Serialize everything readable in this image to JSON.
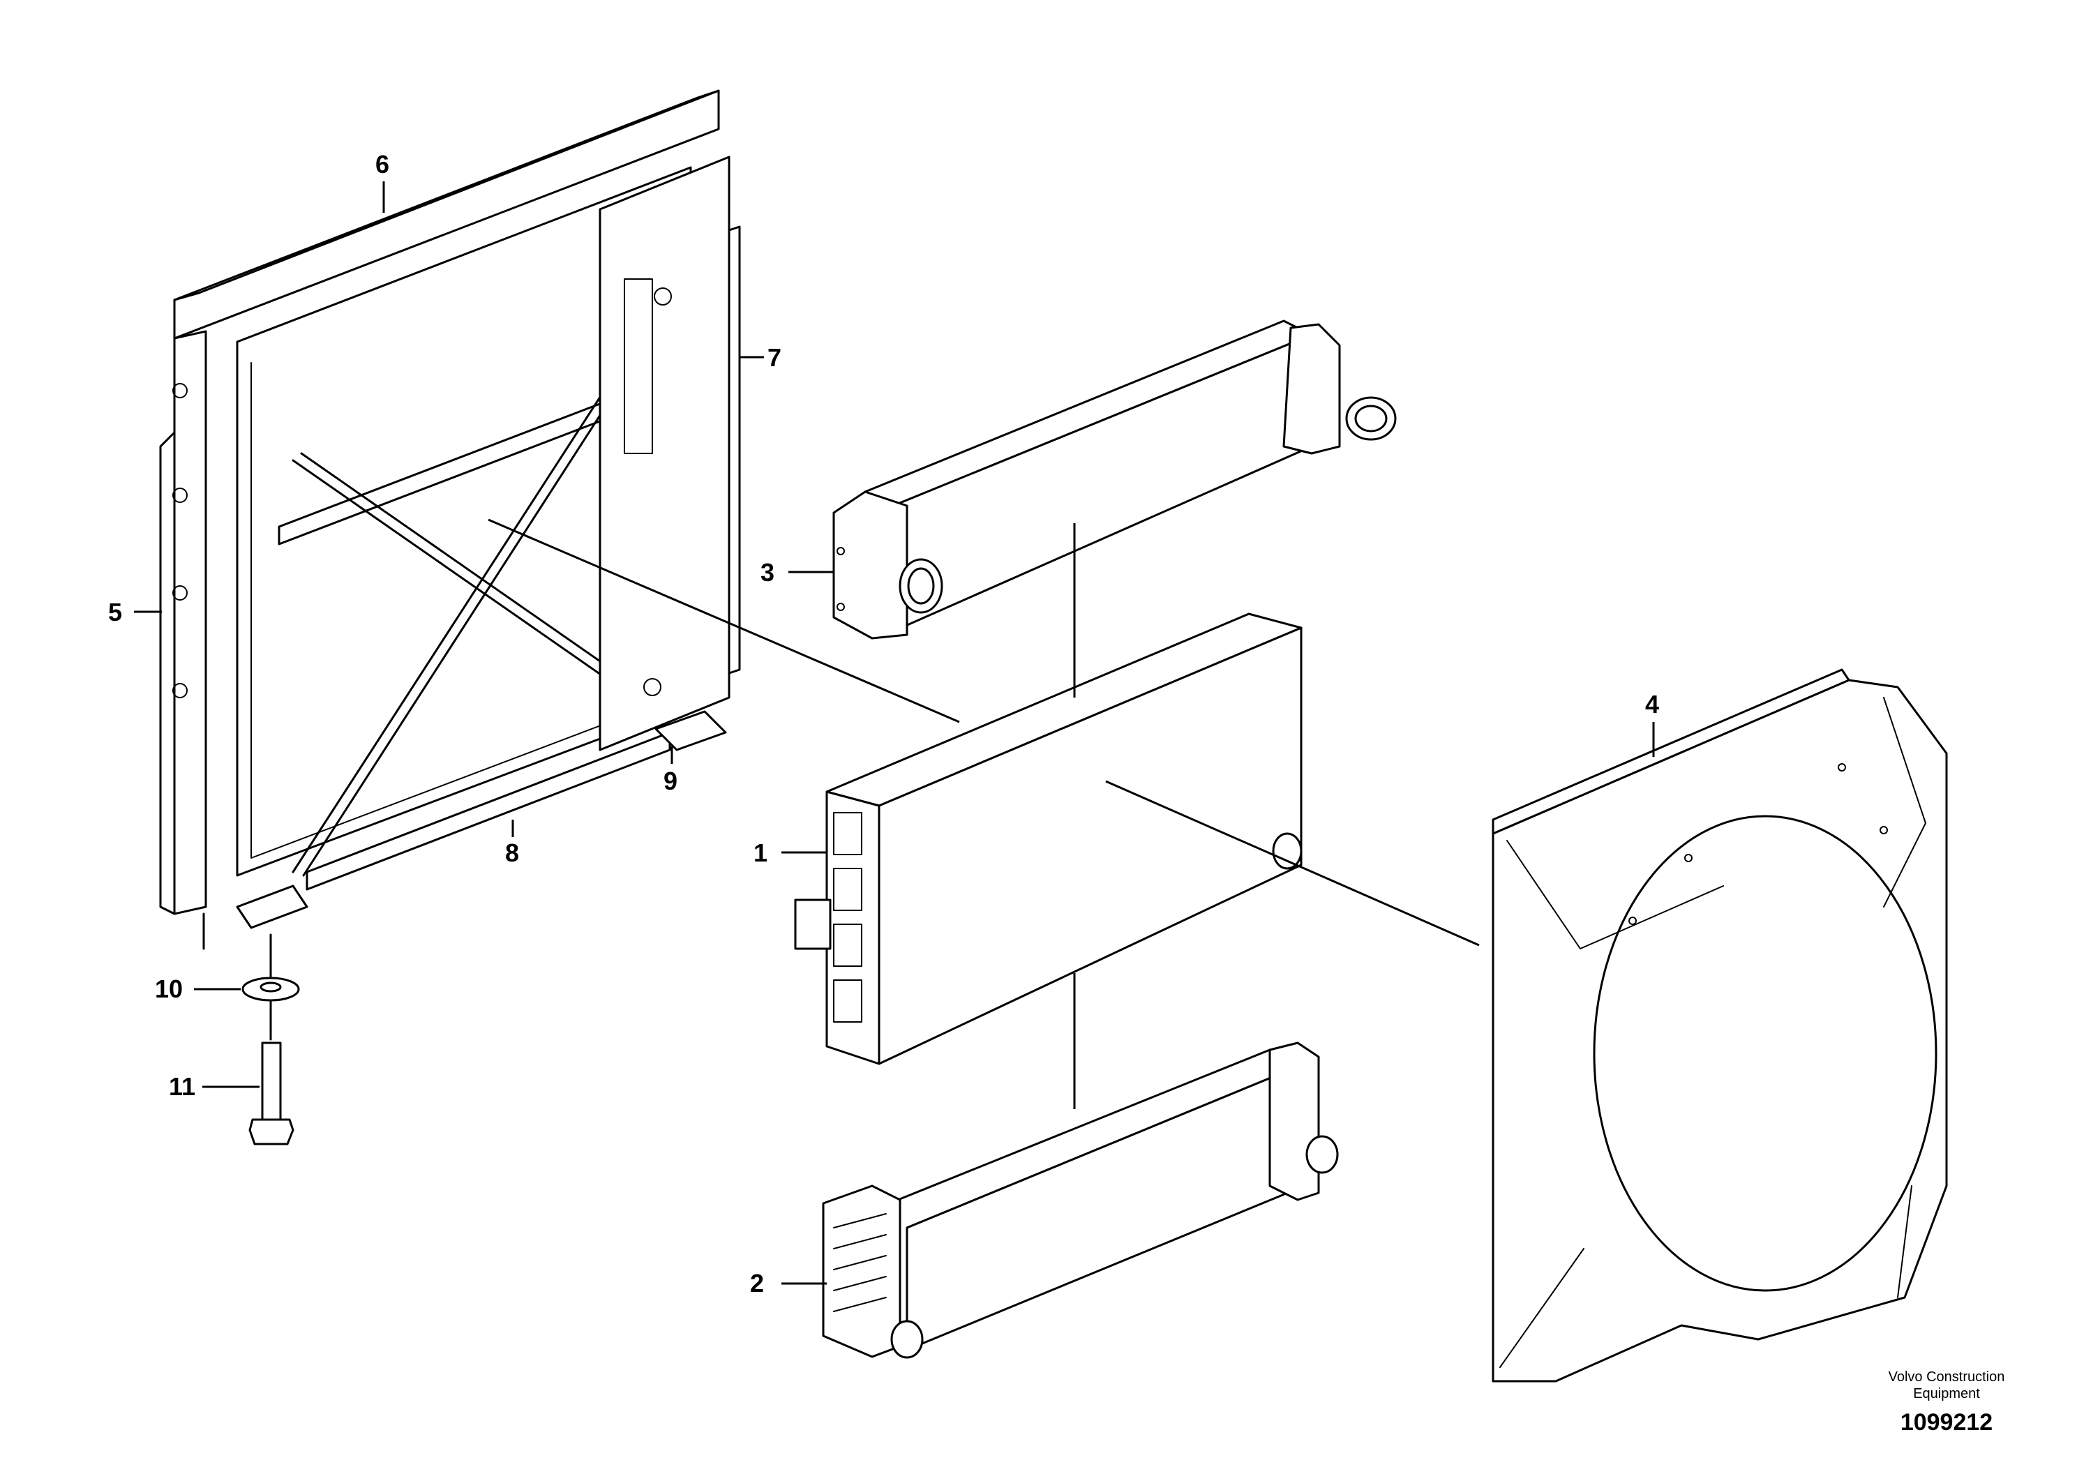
{
  "callouts": [
    "1",
    "2",
    "3",
    "4",
    "5",
    "6",
    "7",
    "8",
    "9",
    "10",
    "11"
  ],
  "credit": {
    "company_line1": "Volvo Construction",
    "company_line2": "Equipment",
    "drawing_number": "1099212"
  }
}
